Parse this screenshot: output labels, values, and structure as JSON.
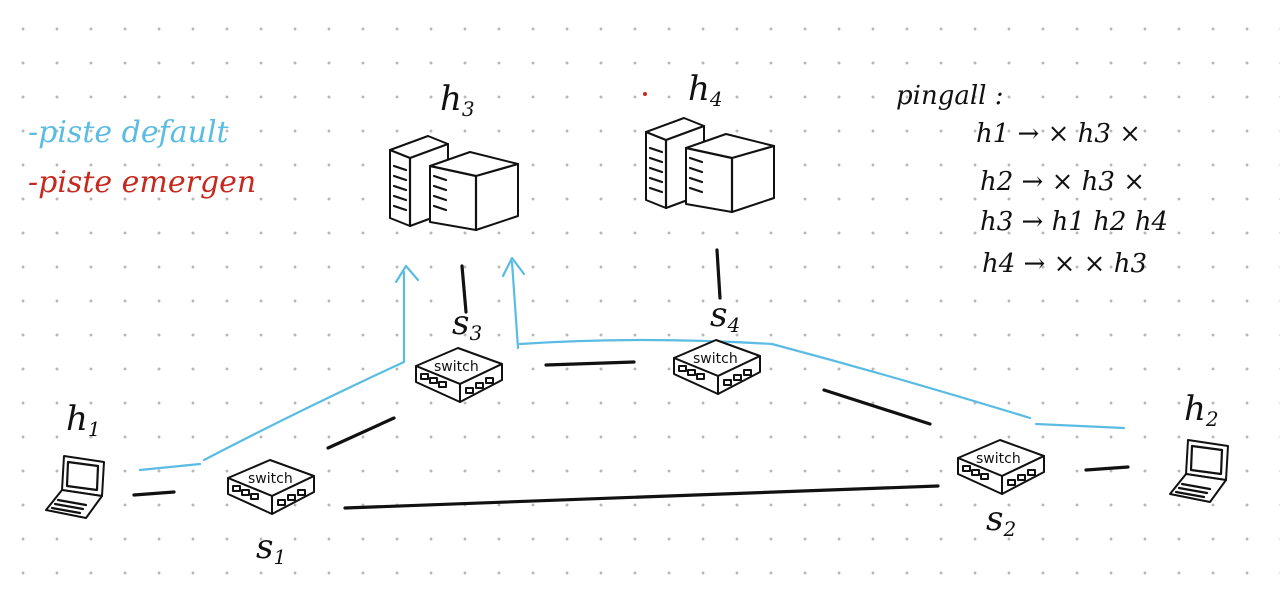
{
  "legend": {
    "default_label": "-piste default",
    "emergency_label": "-piste emergen",
    "default_color": "#5bbce3",
    "emergency_color": "#c62a1f"
  },
  "hosts": {
    "h1": {
      "name": "h",
      "sub": "1",
      "kind": "laptop-icon"
    },
    "h2": {
      "name": "h",
      "sub": "2",
      "kind": "laptop-icon"
    },
    "h3": {
      "name": "h",
      "sub": "3",
      "kind": "server-icon"
    },
    "h4": {
      "name": "h",
      "sub": "4",
      "kind": "server-icon"
    }
  },
  "switches": {
    "s1": {
      "name": "s",
      "sub": "1",
      "text": "switch"
    },
    "s2": {
      "name": "s",
      "sub": "2",
      "text": "switch"
    },
    "s3": {
      "name": "s",
      "sub": "3",
      "text": "switch"
    },
    "s4": {
      "name": "s",
      "sub": "4",
      "text": "switch"
    }
  },
  "ping_table": {
    "title": "pingall :",
    "rows": [
      "h1 → ×  h3 ×",
      "h2 → ×  h3 ×",
      "h3 → h1  h2  h4",
      "h4 → ×   × h3"
    ]
  }
}
